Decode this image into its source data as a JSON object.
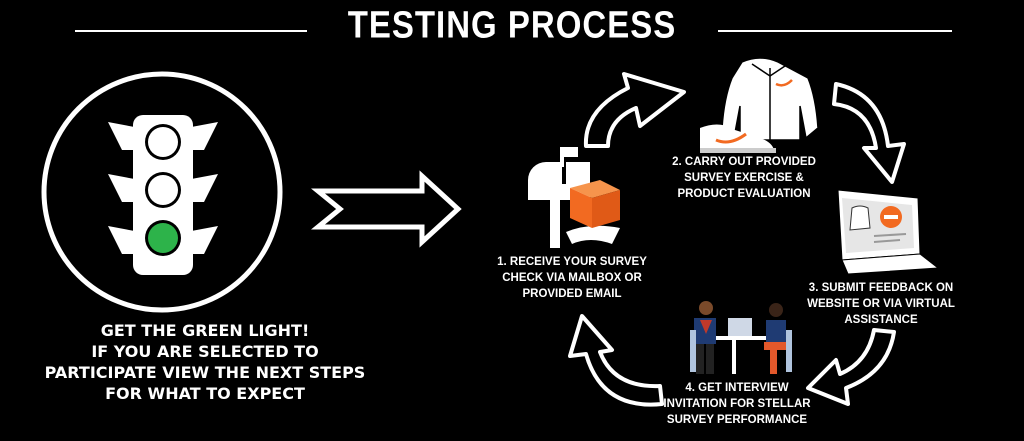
{
  "title": "TESTING PROCESS",
  "intro": {
    "lines": [
      "GET THE GREEN LIGHT!",
      "IF YOU ARE SELECTED TO",
      "PARTICIPATE VIEW THE NEXT STEPS",
      "FOR WHAT TO EXPECT"
    ]
  },
  "steps": [
    {
      "lines": [
        "1. RECEIVE YOUR SURVEY",
        "CHECK VIA MAILBOX OR",
        "PROVIDED EMAIL"
      ]
    },
    {
      "lines": [
        "2. CARRY OUT PROVIDED",
        "SURVEY EXERCISE &",
        "PRODUCT EVALUATION"
      ]
    },
    {
      "lines": [
        "3. SUBMIT FEEDBACK ON",
        "WEBSITE OR VIA VIRTUAL",
        "ASSISTANCE"
      ]
    },
    {
      "lines": [
        "4. GET INTERVIEW",
        "INVITATION FOR STELLAR",
        "SURVEY PERFORMANCE"
      ]
    }
  ],
  "colors": {
    "background": "#000000",
    "foreground": "#ffffff",
    "green_light": "#2db34a",
    "accent_orange": "#f26a21"
  },
  "icons": [
    "traffic-light-icon",
    "right-arrow-icon",
    "mailbox-icon",
    "jacket-icon",
    "sneaker-icon",
    "laptop-icon",
    "interview-icon",
    "cycle-arrow-icon"
  ]
}
